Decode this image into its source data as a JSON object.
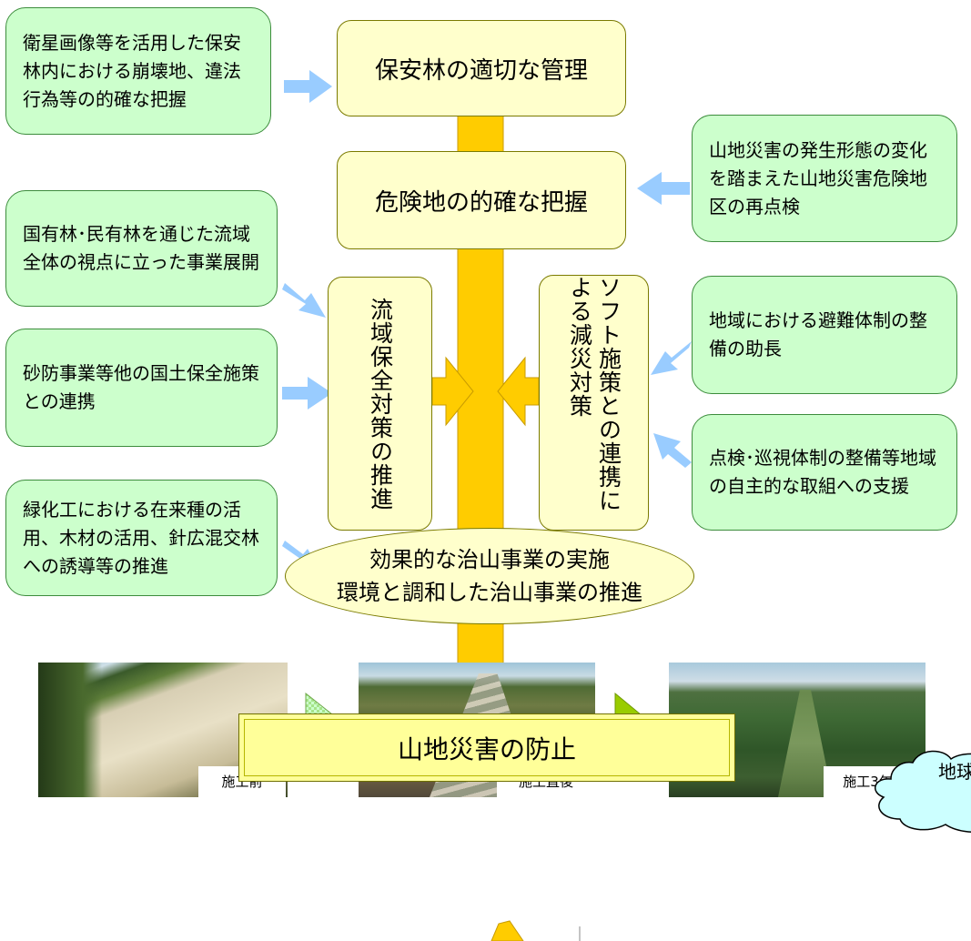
{
  "left_notes": [
    "衛星画像等を活用した保安林内における崩壊地、違法行為等の的確な把握",
    "国有林･民有林を通じた流域全体の視点に立った事業展開",
    "砂防事業等他の国土保全施策との連携",
    "緑化工における在来種の活用、木材の活用、針広混交林への誘導等の推進"
  ],
  "right_notes": [
    "山地災害の発生形態の変化を踏まえた山地災害危険地区の再点検",
    "地域における避難体制の整備の助長",
    "点検･巡視体制の整備等地域の自主的な取組への支援"
  ],
  "steps": {
    "manage": "保安林の適切な管理",
    "grasp": "危険地の的確な把握",
    "basin": "流域保全対策の推進",
    "soft": "ソフト施策との連携による減災対策",
    "effect_line1": "効果的な治山事業の実施",
    "effect_line2": "環境と調和した治山事業の推進",
    "final": "山地災害の防止"
  },
  "photos": [
    "施工前",
    "施工直後",
    "施工3年後"
  ],
  "cloud_text": "地球",
  "colors": {
    "trunk": "#ffcc00",
    "note_fill": "#ccffcc",
    "box_fill": "#ffffcc",
    "arrow_blue": "#99ccff",
    "final_fill": "#ffff99"
  }
}
